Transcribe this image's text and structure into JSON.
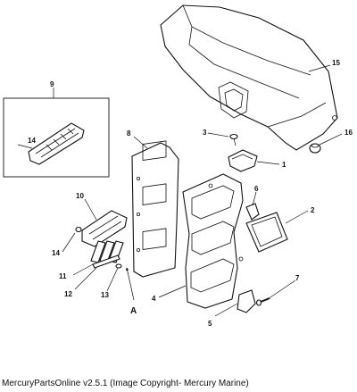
{
  "callouts": {
    "c1": "1",
    "c2": "2",
    "c3": "3",
    "c4": "4",
    "c5": "5",
    "c6": "6",
    "c7": "7",
    "c8": "8",
    "c9": "9",
    "c10": "10",
    "c11": "11",
    "c12": "12",
    "c13": "13",
    "c14": "14",
    "c14_inset": "14",
    "c15": "15",
    "c16": "16",
    "a": "A"
  },
  "caption": "MercuryPartsOnline v2.5.1 (Image Copyright- Mercury Marine)"
}
